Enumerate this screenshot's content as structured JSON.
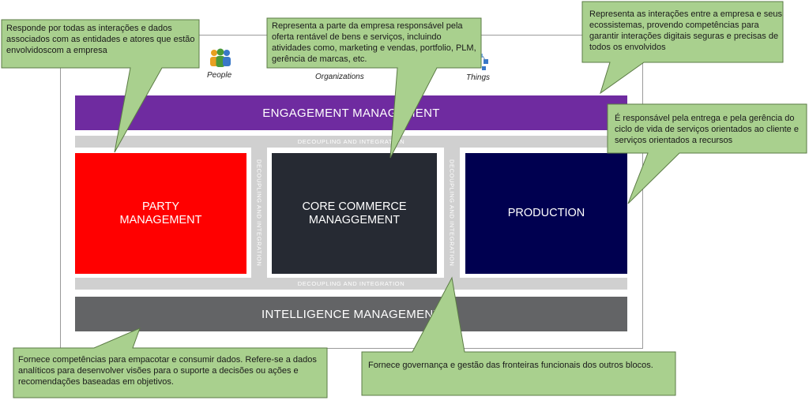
{
  "diagram": {
    "engagement": "ENGAGEMENT MANAGEMENT",
    "intelligence": "INTELLIGENCE MANAGEMENT",
    "decoupling": "DECOUPLING AND INTEGRATION",
    "party": [
      "PARTY",
      "MANAGEMENT"
    ],
    "core": [
      "CORE COMMERCE",
      "MANAGGEMENT"
    ],
    "production": "PRODUCTION",
    "people": "People",
    "organizations": "Organizations",
    "things": "Things"
  },
  "callouts": {
    "party": "Responde por todas as interações e dados associados com as entidades e atores que estão envolvidoscom a empresa",
    "core": "Representa a parte da empresa responsável pela oferta rentável de bens e serviços, incluindo atividades como, marketing e vendas, portfolio, PLM, gerência de marcas, etc.",
    "engagement": "Representa as interações entre a empresa e seus ecossistemas, provendo competências para garantir interações digitais seguras e precisas de todos os envolvidos",
    "production": "É responsável pela entrega e pela gerência do ciclo de vida de serviços orientados ao cliente e serviços orientados a recursos",
    "intelligence": "Fornece competências para empacotar e consumir dados. Refere-se a dados analíticos para desenvolver visões para o suporte a decisões ou ações e recomendações baseadas em objetivos.",
    "decoupling": "Fornece governança e gestão das fronteiras funcionais dos outros blocos."
  },
  "colors": {
    "engagement": "#6f2ba0",
    "intelligence": "#636466",
    "party": "#ff0000",
    "core": "#262a33",
    "production": "#000050",
    "decoupling": "#d0d0d0",
    "callout_fill": "#a9d08e",
    "callout_stroke": "#5b7b45"
  }
}
